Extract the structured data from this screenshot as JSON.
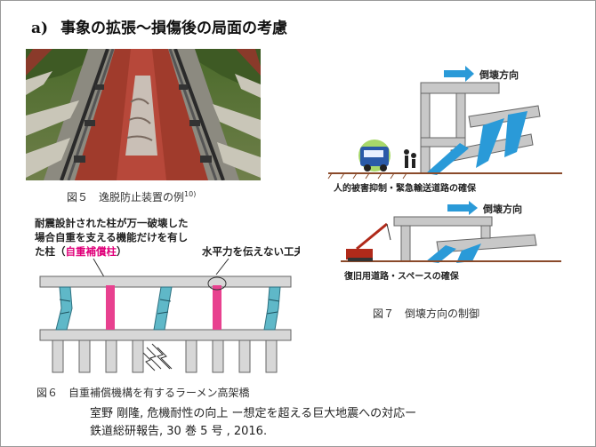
{
  "title": {
    "section": "a)",
    "text": "事象の拡張～損傷後の局面の考慮"
  },
  "fig5": {
    "caption": "図５　逸脱防止装置の例",
    "ref_mark": "10)"
  },
  "fig6": {
    "caption": "図６　自重補償機構を有するラーメン高架橋",
    "note_line1": "耐震設計された柱が万一破壊した",
    "note_line2": "場合自重を支える機能だけを有し",
    "note_line3_prefix": "た柱（",
    "note_line3_highlight": "自重補償柱",
    "note_line3_suffix": "）",
    "horizontal_note": "水平力を伝えない工夫"
  },
  "fig7": {
    "caption": "図７　倒壊方向の制御",
    "top_arrow_label": "倒壊方向",
    "top_caption": "人的被害抑制・緊急輸送道路の確保",
    "bottom_arrow_label": "倒壊方向",
    "bottom_caption": "復旧用道路・スペースの確保"
  },
  "reference": {
    "line1": "室野 剛隆,  危機耐性の向上 ー想定を超える巨大地震への対応ー",
    "line2": "鉄道総研報告,  30 巻 5 号 ,  2016."
  },
  "colors": {
    "highlight": "#e0007a",
    "arrow": "#2a9ad8",
    "accent_pink": "#e8418f",
    "teal": "#5fb8c8"
  }
}
